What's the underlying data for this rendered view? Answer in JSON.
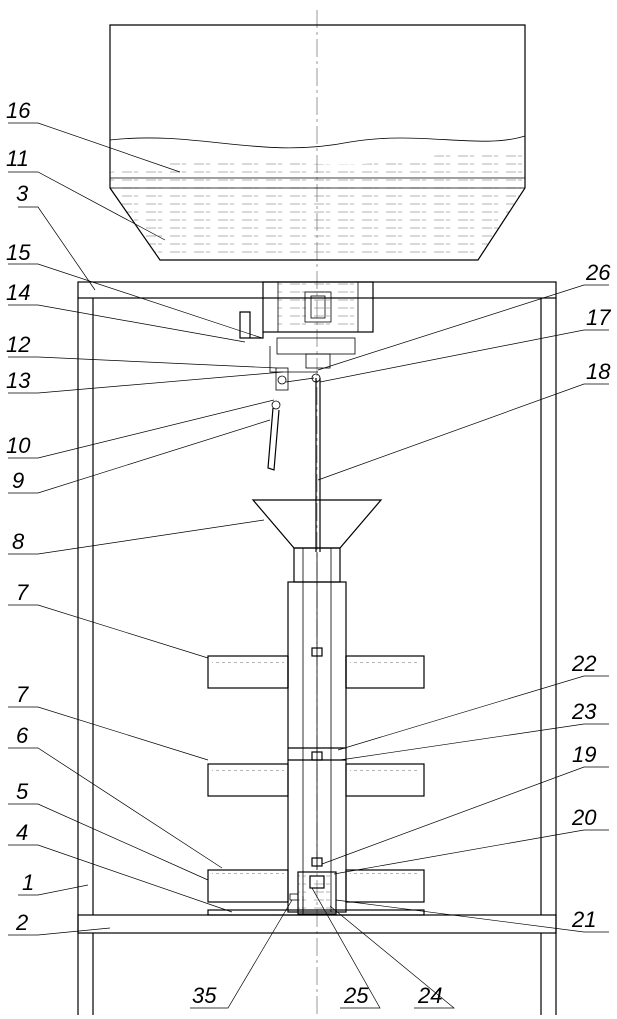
{
  "callouts": {
    "c16": "16",
    "c11": "11",
    "c3": "3",
    "c15": "15",
    "c14": "14",
    "c12": "12",
    "c13": "13",
    "c10": "10",
    "c9": "9",
    "c8": "8",
    "c7a": "7",
    "c7b": "7",
    "c6": "6",
    "c5": "5",
    "c4": "4",
    "c1": "1",
    "c2": "2",
    "c35": "35",
    "c25": "25",
    "c24": "24",
    "c26": "26",
    "c17": "17",
    "c18": "18",
    "c22": "22",
    "c23": "23",
    "c19": "19",
    "c20": "20",
    "c21": "21"
  }
}
